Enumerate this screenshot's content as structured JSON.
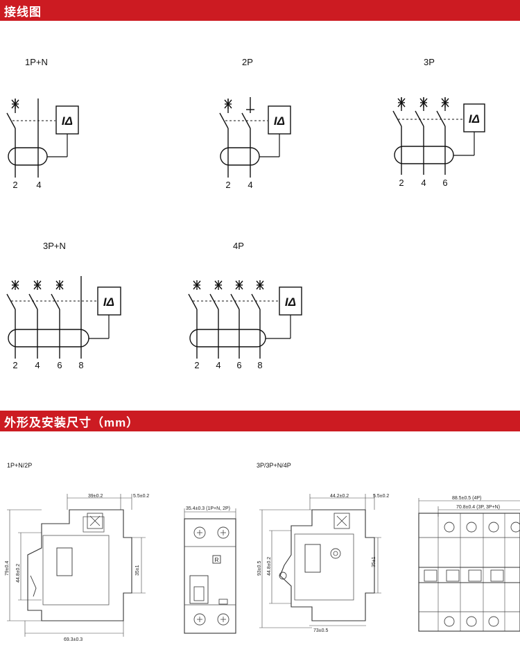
{
  "sections": {
    "wiring_title": "接线图",
    "dimensions_title": "外形及安装尺寸（mm）"
  },
  "wiring": {
    "symbol": "IΔ",
    "diagrams": [
      {
        "label": "1P+N",
        "terminals": [
          "2",
          "4"
        ]
      },
      {
        "label": "2P",
        "terminals": [
          "2",
          "4"
        ]
      },
      {
        "label": "3P",
        "terminals": [
          "2",
          "4",
          "6"
        ]
      },
      {
        "label": "3P+N",
        "terminals": [
          "2",
          "4",
          "6",
          "8"
        ]
      },
      {
        "label": "4P",
        "terminals": [
          "2",
          "4",
          "6",
          "8"
        ]
      }
    ]
  },
  "dimensions": {
    "group1_label": "1P+N/2P",
    "group2_label": "3P/3P+N/4P",
    "d1": {
      "top_width": "39±0.2",
      "top_right": "5.5±0.2",
      "height_total": "79±0.4",
      "height_inner": "44.8±0.2",
      "rail": "35±1",
      "bottom_width": "69.3±0.3"
    },
    "d2": {
      "top_width": "35.4±0.3 (1P+N, 2P)",
      "badge": "R"
    },
    "d3": {
      "top_width": "44.2±0.2",
      "top_right": "5.5±0.2",
      "height_total": "93±0.5",
      "height_inner": "44.8±0.2",
      "rail": "35±1",
      "bottom_width": "73±0.5"
    },
    "d4": {
      "top_width": "88.5±0.5 (4P)",
      "second_width": "70.8±0.4 (3P, 3P+N)"
    }
  }
}
